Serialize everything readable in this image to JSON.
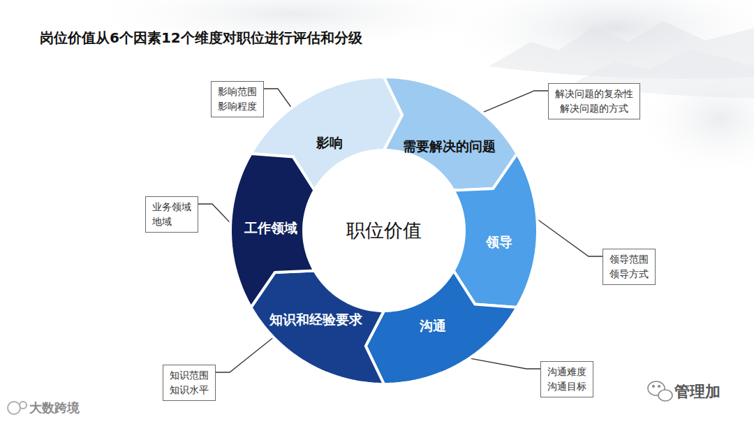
{
  "diagram": {
    "title": "岗位价值从6个因素12个维度对职位进行评估和分级",
    "nodes": [
      {
        "text": [
          "职位价值"
        ]
      },
      {
        "text": [
          "影响"
        ]
      },
      {
        "text": [
          "需要解决的问题"
        ]
      },
      {
        "text": [
          "领导"
        ]
      },
      {
        "text": [
          "沟通"
        ]
      },
      {
        "text": [
          "知识和经验要求"
        ]
      },
      {
        "text": [
          "工作领域"
        ]
      },
      {
        "text": [
          "影响范围",
          "影响程度"
        ]
      },
      {
        "text": [
          "解决问题的复杂性",
          "解决问题的方式"
        ]
      },
      {
        "text": [
          "领导范围",
          "领导方式"
        ]
      },
      {
        "text": [
          "沟通难度",
          "沟通目标"
        ]
      },
      {
        "text": [
          "知识范围",
          "知识水平"
        ]
      },
      {
        "text": [
          "业务领域",
          "地域"
        ]
      }
    ],
    "edges": [
      {
        "from": 7,
        "to": 1,
        "arrow": "none"
      },
      {
        "from": 8,
        "to": 2,
        "arrow": "none"
      },
      {
        "from": 9,
        "to": 3,
        "arrow": "none"
      },
      {
        "from": 10,
        "to": 4,
        "arrow": "none"
      },
      {
        "from": 11,
        "to": 5,
        "arrow": "none"
      },
      {
        "from": 12,
        "to": 6,
        "arrow": "none"
      }
    ],
    "labels": [
      "大数跨境",
      "管理加"
    ]
  }
}
